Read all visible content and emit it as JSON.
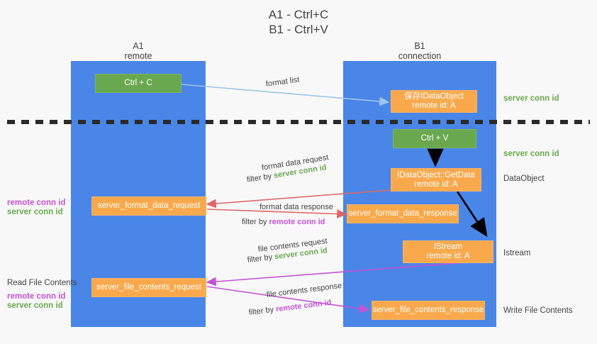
{
  "title": "A1 - Ctrl+C\nB1 - Ctrl+V",
  "columns": [
    {
      "name": "A1",
      "sub": "remote",
      "header": "A1\nremote"
    },
    {
      "name": "B1",
      "sub": "connection",
      "header": "B1\nconnection"
    }
  ],
  "colors": {
    "band": "#4a86e8",
    "green_box": "#6aa84f",
    "orange_box": "#f9a94c",
    "server_conn_id": "#6aa84f",
    "remote_conn_id": "#c453d4",
    "format_list_arrow": "#9fc5e8",
    "format_data_arrow": "#e06666",
    "file_contents_arrow": "#c453d4",
    "black_arrow": "#000000",
    "dashed_line": "#2a2a2a"
  },
  "nodes": [
    {
      "id": "ctrl-c",
      "label": "Ctrl + C",
      "style": "green"
    },
    {
      "id": "clipboard-idataobject",
      "label": "保存IDataObject\nremote id: A",
      "style": "orange"
    },
    {
      "id": "ctrl-v",
      "label": "Ctrl + V",
      "style": "green"
    },
    {
      "id": "idataobject-getdata",
      "label": "IDataObject::GetData\nremote id: A",
      "style": "orange"
    },
    {
      "id": "server-format-data-request",
      "label": "server_format_data_request",
      "style": "orange"
    },
    {
      "id": "server-format-data-response",
      "label": "server_format_data_response",
      "style": "orange"
    },
    {
      "id": "istream",
      "label": "IStream\nremote id: A",
      "style": "orange"
    },
    {
      "id": "server-file-contents-request",
      "label": "server_file_contents_request",
      "style": "orange"
    },
    {
      "id": "server-file-contents-response",
      "label": "server_file_contents_response",
      "style": "orange"
    }
  ],
  "right_labels": [
    {
      "id": "server-conn-id-1",
      "text": "server conn id",
      "color": "green"
    },
    {
      "id": "server-conn-id-2",
      "text": "server conn id",
      "color": "green"
    },
    {
      "id": "dataobject",
      "text": "DataObject",
      "color": "dark"
    },
    {
      "id": "istream-label",
      "text": "Istream",
      "color": "dark"
    },
    {
      "id": "write-file-contents",
      "text": "Write File Contents",
      "color": "dark"
    }
  ],
  "left_labels": {
    "group1": {
      "remote": "remote conn id",
      "server": "server conn id"
    },
    "read_file_contents": "Read File Contents",
    "group2": {
      "remote": "remote conn id",
      "server": "server conn id"
    }
  },
  "arrow_labels": {
    "format_list": "format list",
    "format_data_request": "format data request",
    "format_data_request_filter_prefix": "filter by ",
    "format_data_request_filter_value": "server conn id",
    "format_data_response": "format data response",
    "format_data_response_filter_prefix": "filter by ",
    "format_data_response_filter_value": "remote conn id",
    "file_contents_request": "file contents request",
    "file_contents_request_filter_prefix": "filter by ",
    "file_contents_request_filter_value": "server conn id",
    "file_contents_response": "file contents response",
    "file_contents_response_filter_prefix": "filter by ",
    "file_contents_response_filter_value": "remote conn id"
  }
}
